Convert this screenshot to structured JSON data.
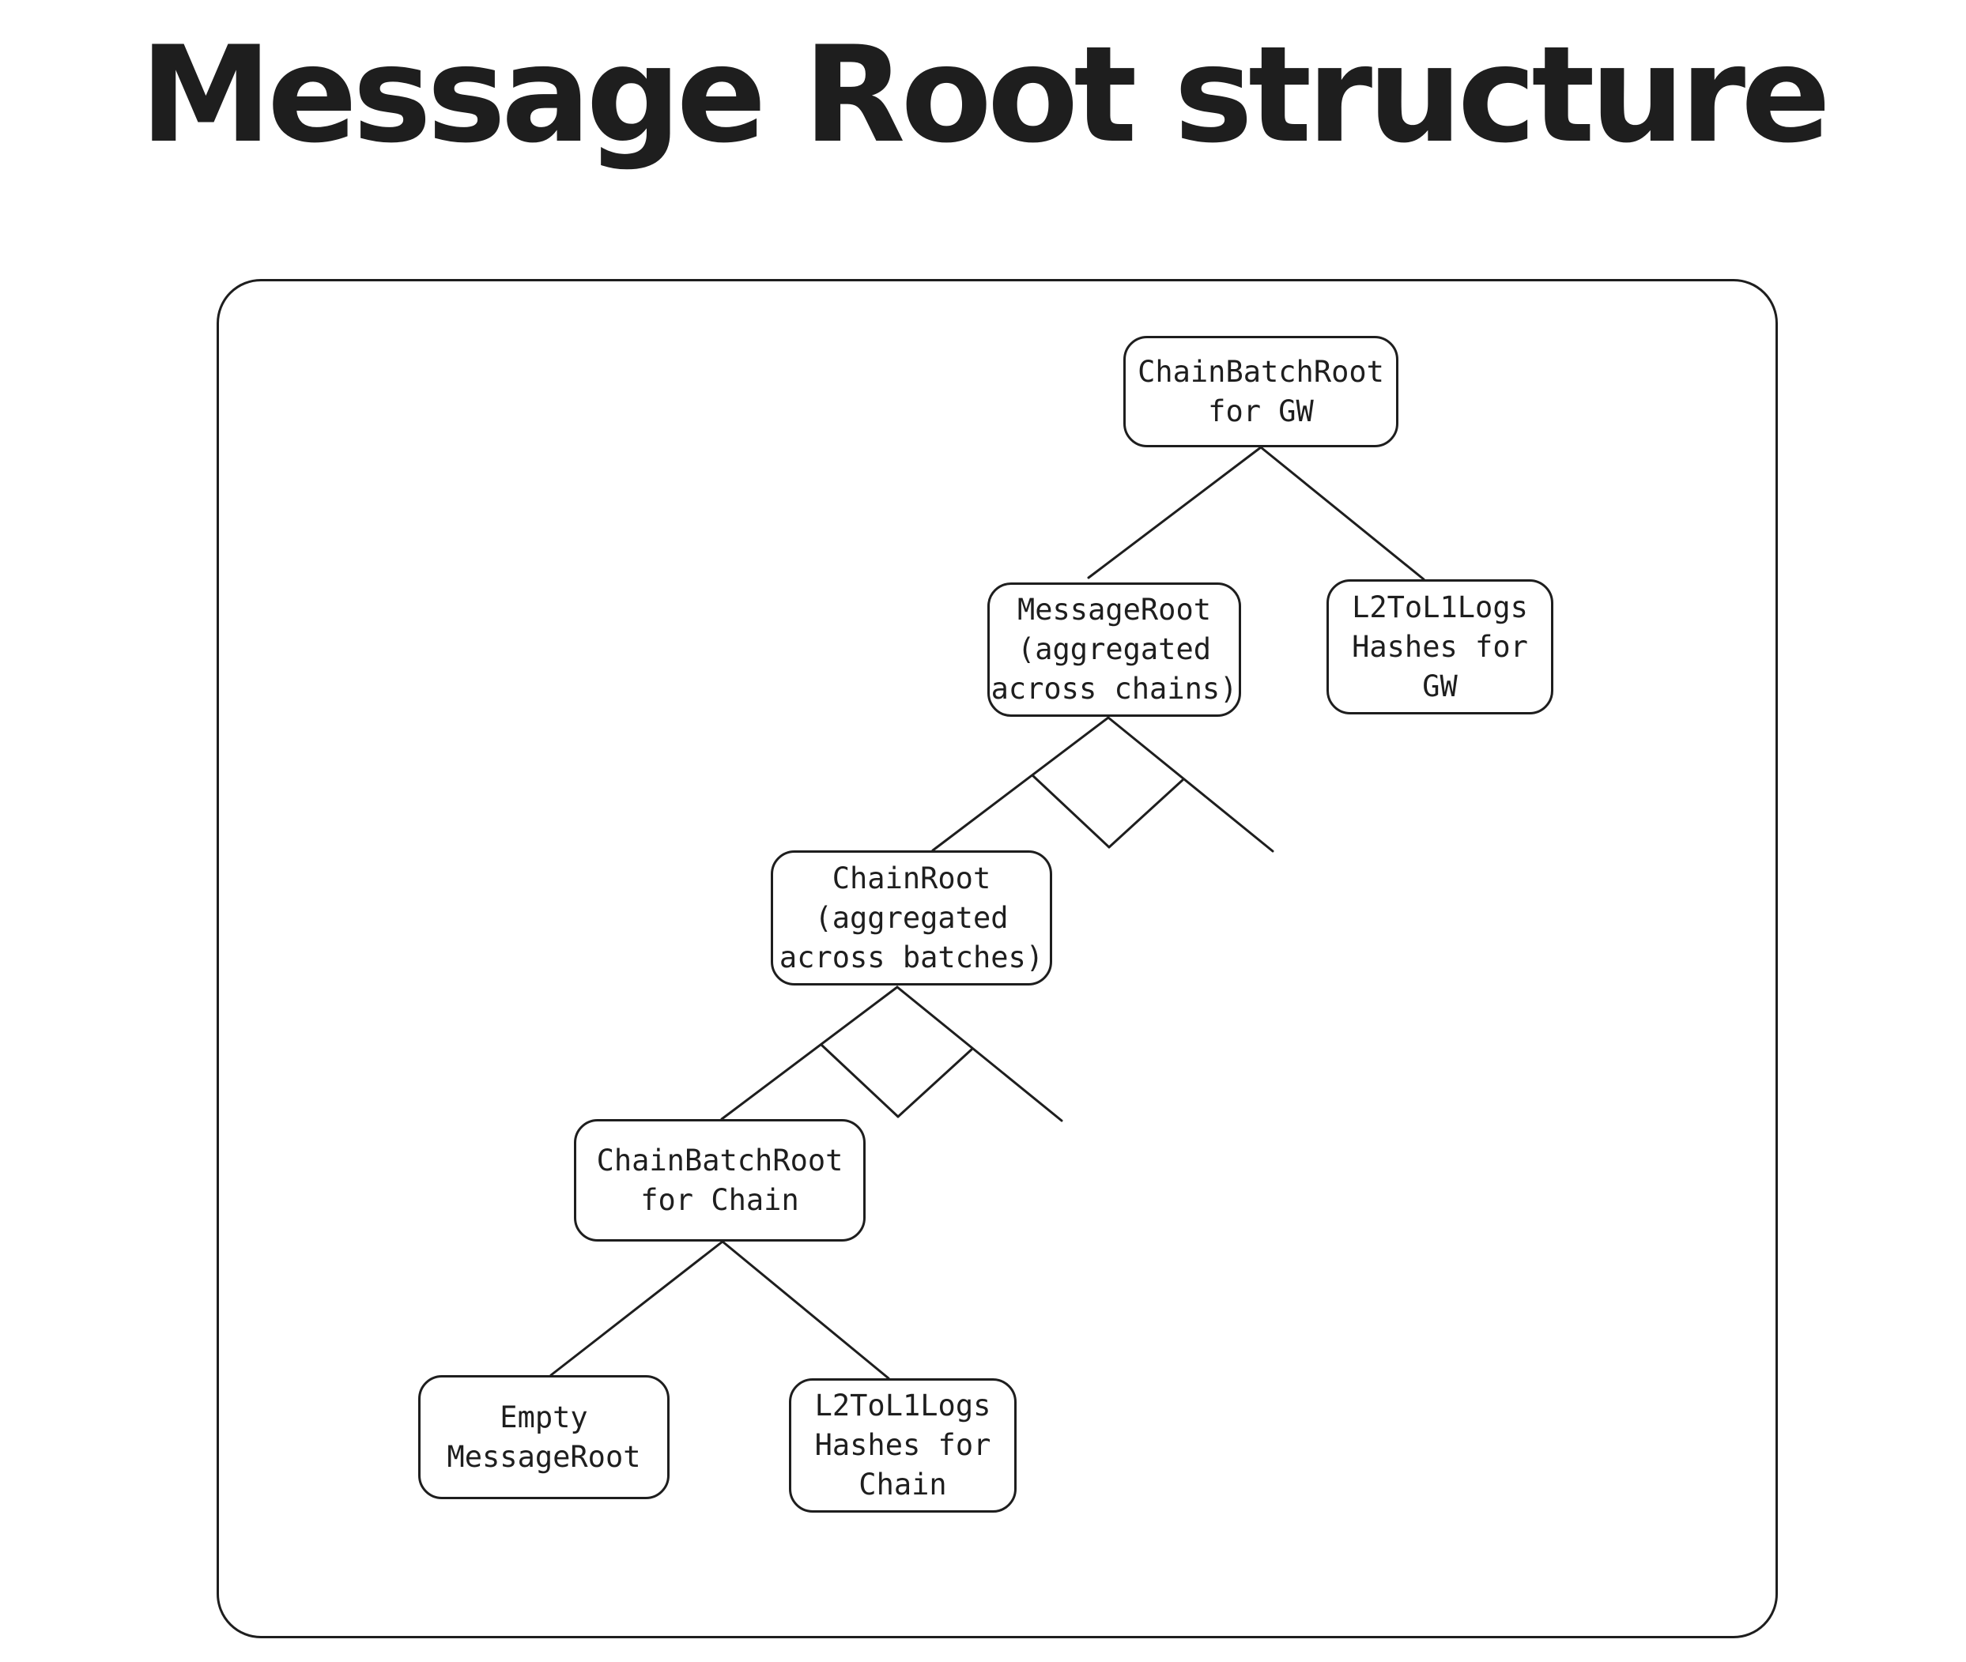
{
  "title": "Message Root structure",
  "nodes": {
    "chain_batch_root_gw": {
      "lines": [
        "ChainBatchRoot",
        "for GW"
      ]
    },
    "message_root": {
      "lines": [
        "MessageRoot",
        "(aggregated",
        "across chains)"
      ]
    },
    "l2tol1_logs_gw": {
      "lines": [
        "L2ToL1Logs",
        "Hashes for",
        "GW"
      ]
    },
    "chain_root": {
      "lines": [
        "ChainRoot",
        "(aggregated",
        "across batches)"
      ]
    },
    "chain_batch_root_chain": {
      "lines": [
        "ChainBatchRoot",
        "for Chain"
      ]
    },
    "empty_message_root": {
      "lines": [
        "Empty",
        "MessageRoot"
      ]
    },
    "l2tol1_logs_chain": {
      "lines": [
        "L2ToL1Logs",
        "Hashes for",
        "Chain"
      ]
    }
  }
}
